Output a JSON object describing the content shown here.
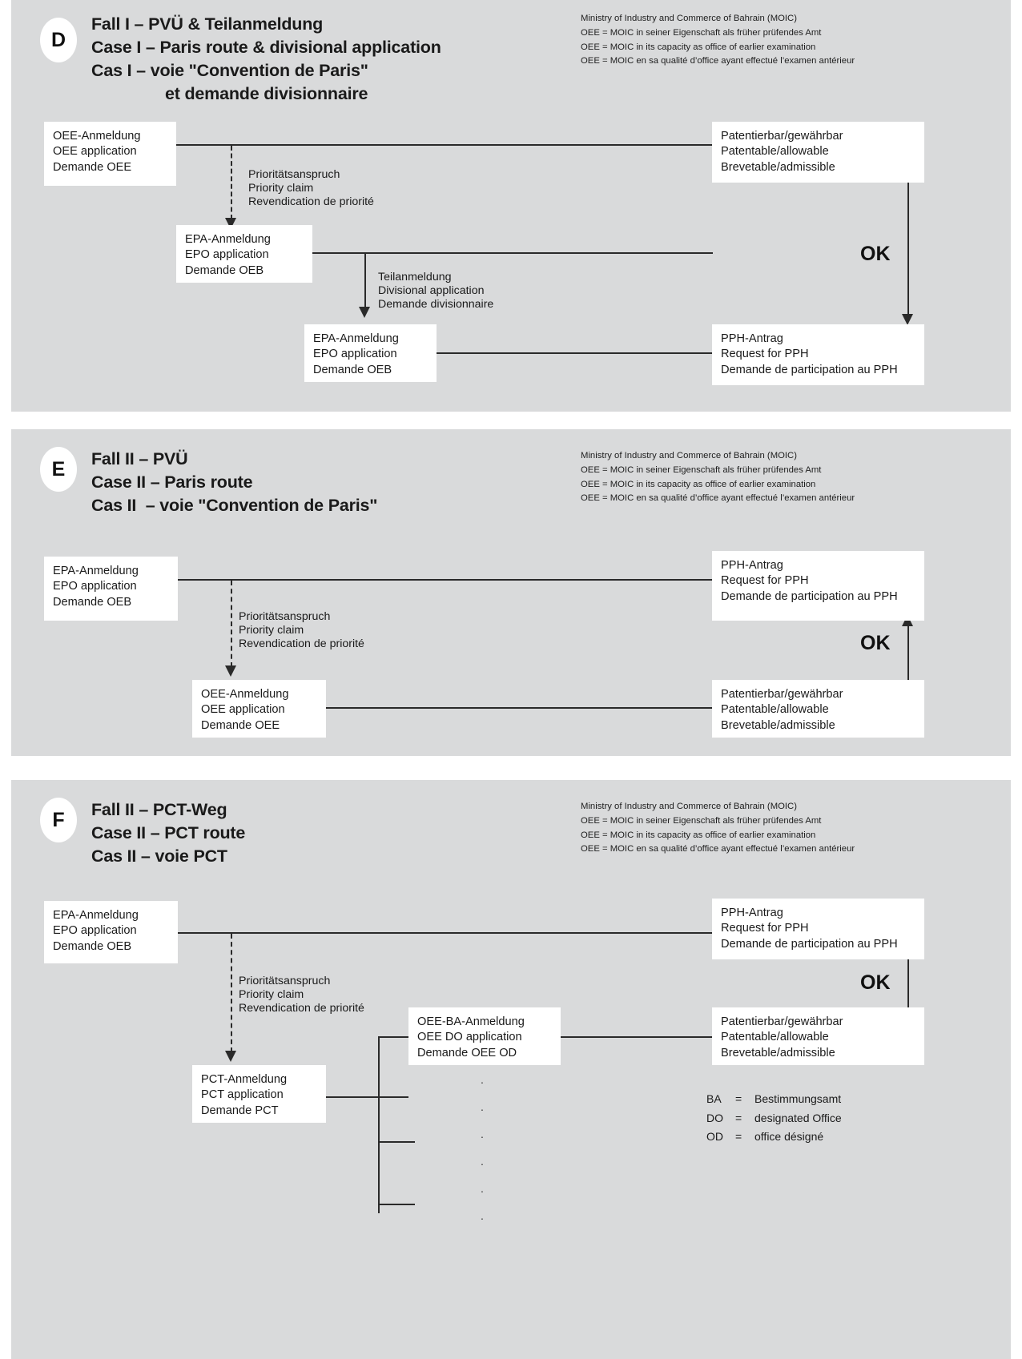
{
  "panels": [
    {
      "badge": "D",
      "title_de": "Fall I – PVÜ & Teilanmeldung",
      "title_en": "Case I – Paris route & divisional application",
      "title_fr": "Cas I – voie \"Convention de Paris\"",
      "title_fr2": "et demande divisionnaire",
      "legend": {
        "l1": "Ministry of Industry and Commerce of Bahrain (MOIC)",
        "l2": "OEE = MOIC in seiner Eigenschaft als früher prüfendes Amt",
        "l3": "OEE = MOIC in its capacity as office of earlier examination",
        "l4": "OEE = MOIC en sa qualité d’office ayant effectué l’examen antérieur"
      },
      "boxes": {
        "oee_app": {
          "de": "OEE-Anmeldung",
          "en": "OEE application",
          "fr": "Demande OEE"
        },
        "epo_app1": {
          "de": "EPA-Anmeldung",
          "en": "EPO application",
          "fr": "Demande OEB"
        },
        "epo_app2": {
          "de": "EPA-Anmeldung",
          "en": "EPO application",
          "fr": "Demande OEB"
        },
        "patentable": {
          "de": "Patentierbar/gewährbar",
          "en": "Patentable/allowable",
          "fr": "Brevetable/admissible"
        },
        "pph": {
          "de": "PPH-Antrag",
          "en": "Request for PPH",
          "fr": "Demande de participation au PPH"
        }
      },
      "edges": {
        "priority": {
          "de": "Prioritätsanspruch",
          "en": "Priority claim",
          "fr": "Revendication de priorité"
        },
        "divisional": {
          "de": "Teilanmeldung",
          "en": "Divisional application",
          "fr": "Demande divisionnaire"
        }
      },
      "ok": "OK"
    },
    {
      "badge": "E",
      "title_de": "Fall II – PVÜ",
      "title_en": "Case II – Paris route",
      "title_fr": "Cas II  – voie \"Convention de Paris\"",
      "legend": {
        "l1": "Ministry of Industry and Commerce of Bahrain (MOIC)",
        "l2": "OEE = MOIC in seiner Eigenschaft als früher prüfendes Amt",
        "l3": "OEE = MOIC in its capacity as office of earlier examination",
        "l4": "OEE = MOIC en sa qualité d’office ayant effectué l’examen antérieur"
      },
      "boxes": {
        "epo_app": {
          "de": "EPA-Anmeldung",
          "en": "EPO application",
          "fr": "Demande OEB"
        },
        "oee_app": {
          "de": "OEE-Anmeldung",
          "en": "OEE application",
          "fr": "Demande OEE"
        },
        "pph": {
          "de": "PPH-Antrag",
          "en": "Request for PPH",
          "fr": "Demande de participation au PPH"
        },
        "patentable": {
          "de": "Patentierbar/gewährbar",
          "en": "Patentable/allowable",
          "fr": "Brevetable/admissible"
        }
      },
      "edges": {
        "priority": {
          "de": "Prioritätsanspruch",
          "en": "Priority claim",
          "fr": "Revendication de priorité"
        }
      },
      "ok": "OK"
    },
    {
      "badge": "F",
      "title_de": "Fall II – PCT-Weg",
      "title_en": "Case II – PCT route",
      "title_fr": "Cas II – voie PCT",
      "legend": {
        "l1": "Ministry of Industry and Commerce of Bahrain (MOIC)",
        "l2": "OEE = MOIC in seiner Eigenschaft als früher prüfendes Amt",
        "l3": "OEE = MOIC in its capacity as office of earlier examination",
        "l4": "OEE = MOIC en sa qualité d’office ayant effectué l’examen antérieur"
      },
      "boxes": {
        "epo_app": {
          "de": "EPA-Anmeldung",
          "en": "EPO application",
          "fr": "Demande OEB"
        },
        "pct_app": {
          "de": "PCT-Anmeldung",
          "en": "PCT application",
          "fr": "Demande PCT"
        },
        "oee_do": {
          "de": "OEE-BA-Anmeldung",
          "en": "OEE DO application",
          "fr": "Demande OEE OD"
        },
        "pph": {
          "de": "PPH-Antrag",
          "en": "Request for PPH",
          "fr": "Demande de participation au PPH"
        },
        "patentable": {
          "de": "Patentierbar/gewährbar",
          "en": "Patentable/allowable",
          "fr": "Brevetable/admissible"
        }
      },
      "edges": {
        "priority": {
          "de": "Prioritätsanspruch",
          "en": "Priority claim",
          "fr": "Revendication de priorité"
        }
      },
      "ok": "OK",
      "abbreviations": [
        {
          "key": "BA",
          "eq": "=",
          "value": "Bestimmungsamt"
        },
        {
          "key": "DO",
          "eq": "=",
          "value": "designated Office"
        },
        {
          "key": "OD",
          "eq": "=",
          "value": "office désigné"
        }
      ],
      "vertical_dots": [
        "·",
        "·",
        "·",
        "·",
        "·",
        "·"
      ]
    }
  ],
  "colors": {
    "panel_bg": "#d9dadb",
    "box_bg": "#ffffff",
    "line": "#2a2a2a",
    "text": "#1a1a1a"
  }
}
